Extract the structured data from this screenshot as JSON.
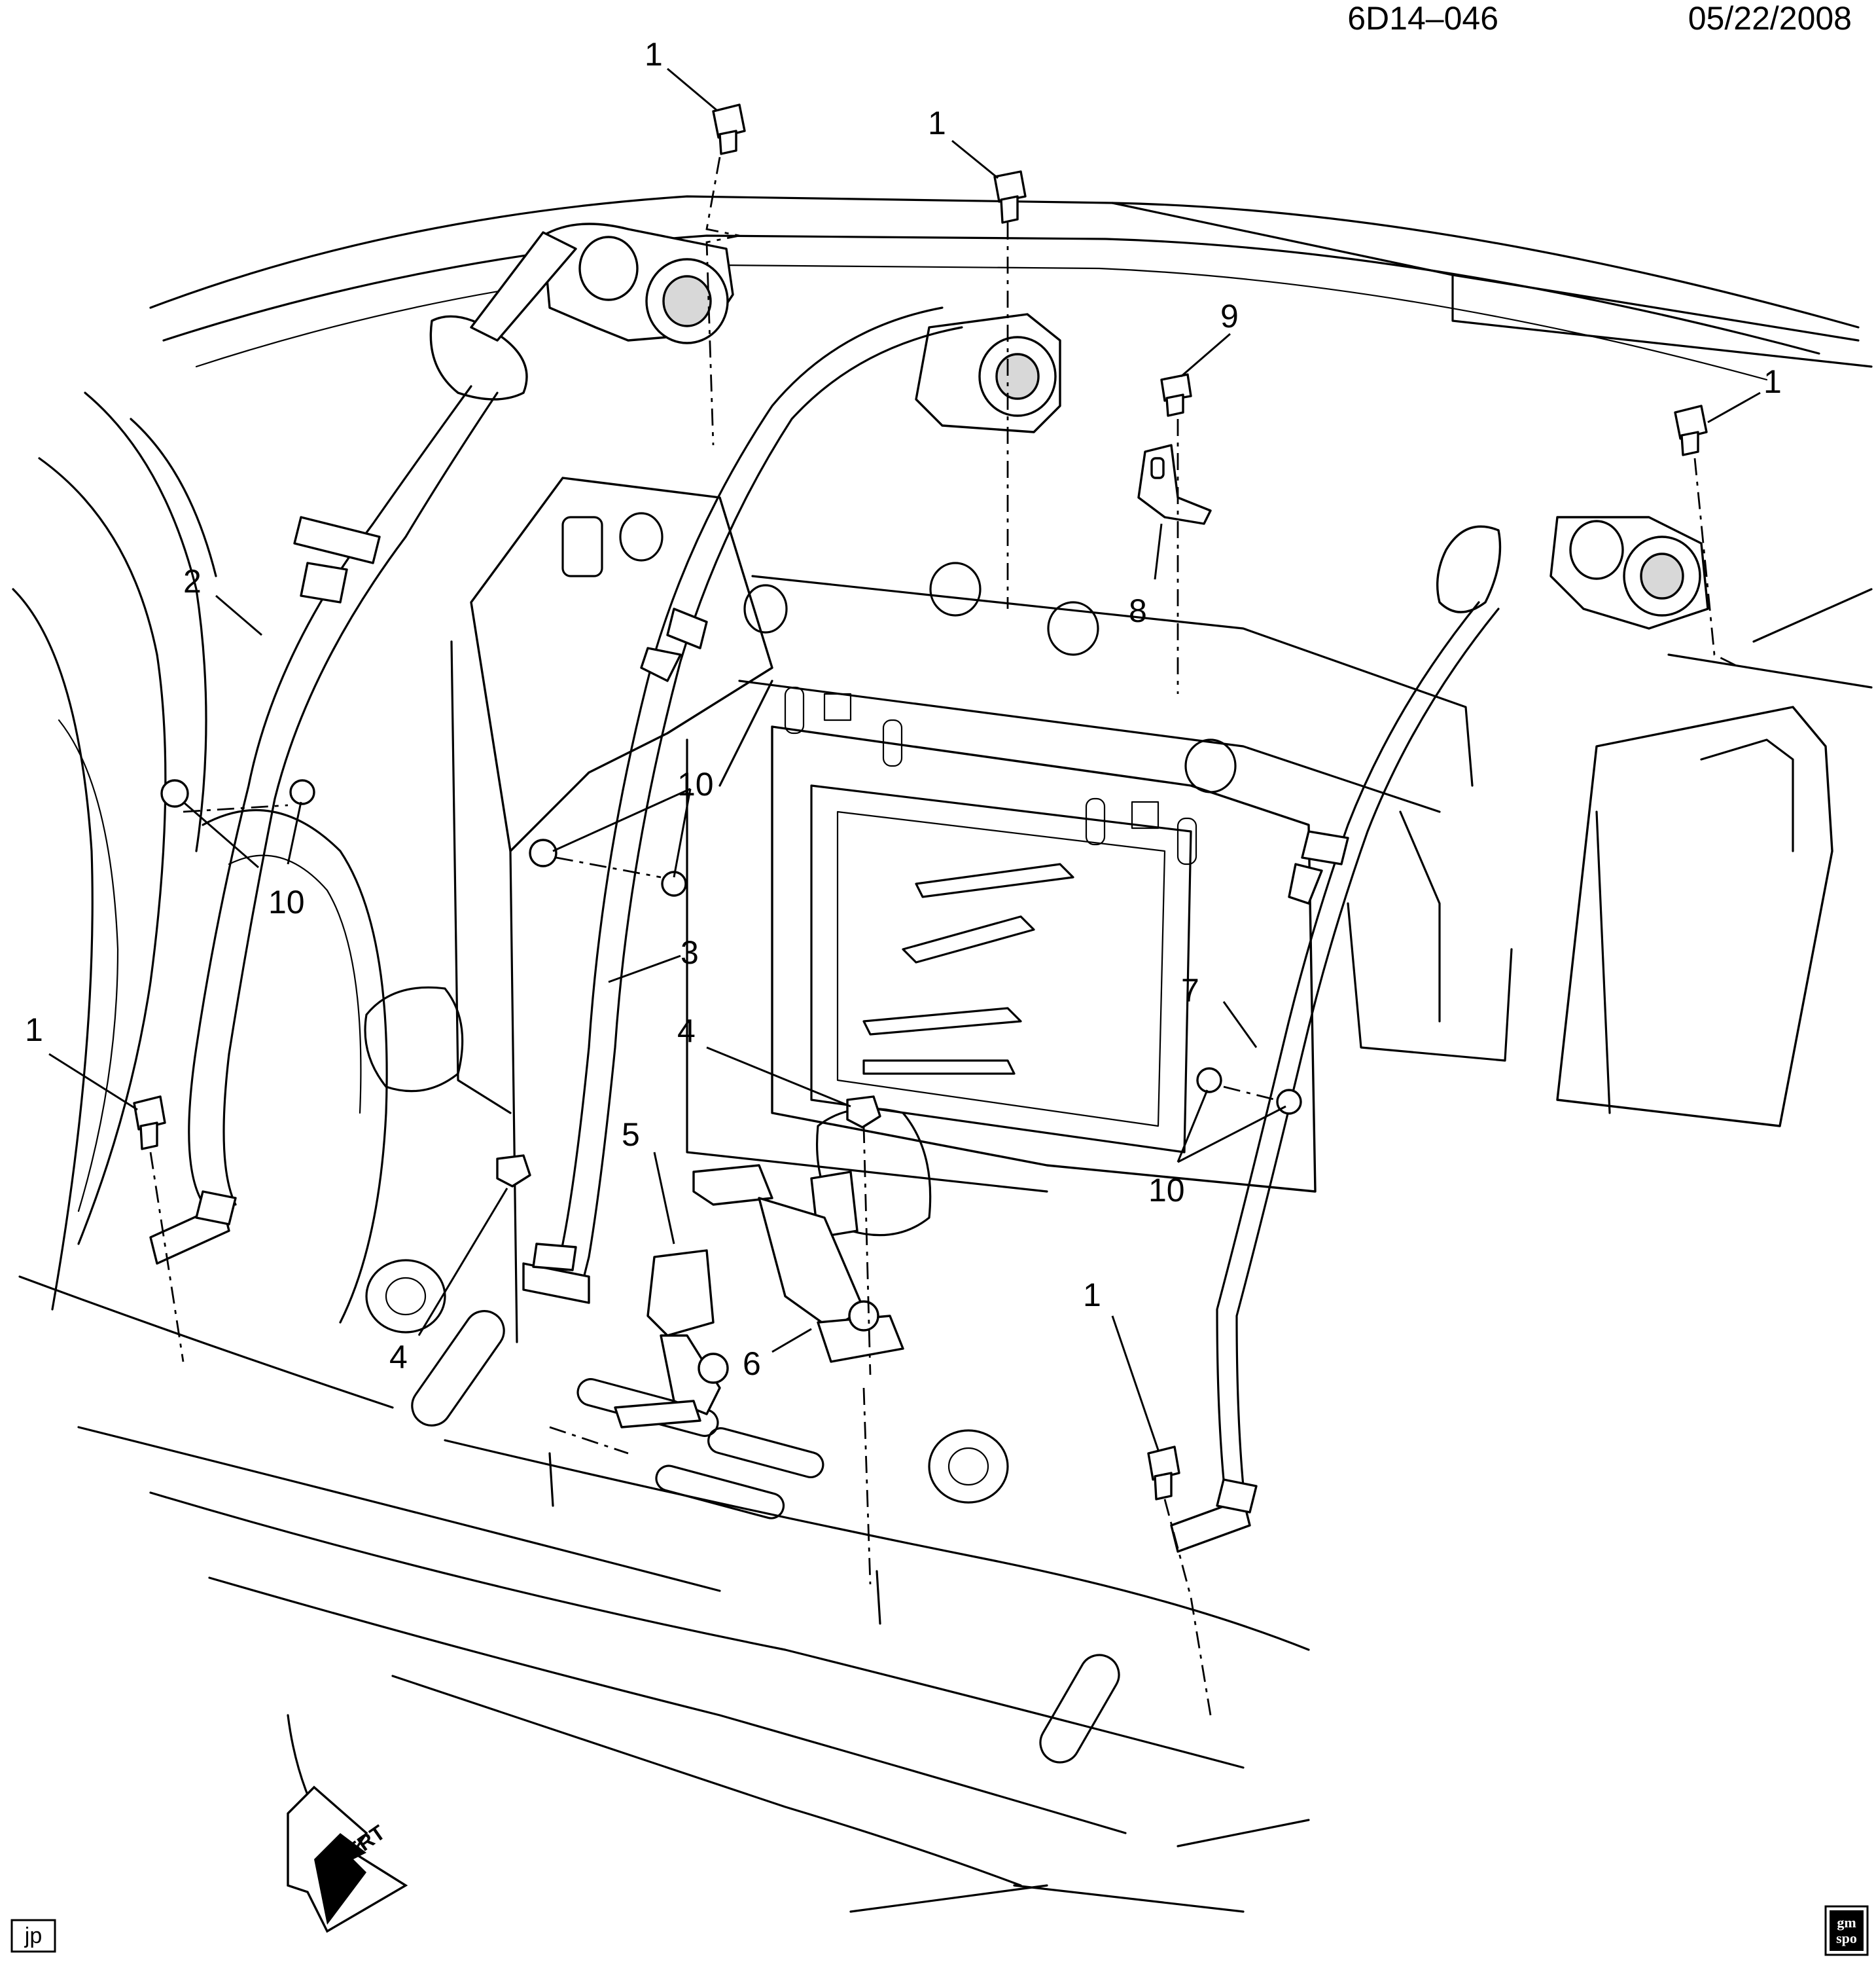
{
  "header": {
    "drawing_number": "6D14–046",
    "date": "05/22/2008"
  },
  "callouts": {
    "c1_top_left": "1",
    "c1_top_center": "1",
    "c1_right": "1",
    "c1_left": "1",
    "c1_bottom": "1",
    "c2": "2",
    "c3": "3",
    "c4_center": "4",
    "c4_left": "4",
    "c5": "5",
    "c6": "6",
    "c7": "7",
    "c8": "8",
    "c9": "9",
    "c10_left": "10",
    "c10_center": "10",
    "c10_right": "10"
  },
  "orientation_marker": {
    "label": "FRT"
  },
  "footer": {
    "author_initials": "jp"
  },
  "logo": {
    "line1": "gm",
    "line2": "spo"
  }
}
